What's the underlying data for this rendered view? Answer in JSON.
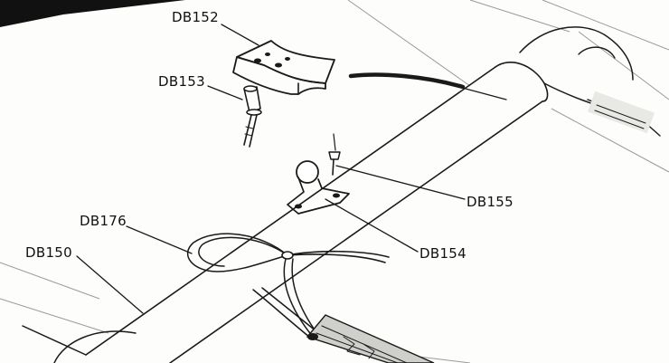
{
  "diagram": {
    "labels": {
      "db152": "DB152",
      "db153": "DB153",
      "db155": "DB155",
      "db154": "DB154",
      "db176": "DB176",
      "db150": "DB150"
    }
  }
}
